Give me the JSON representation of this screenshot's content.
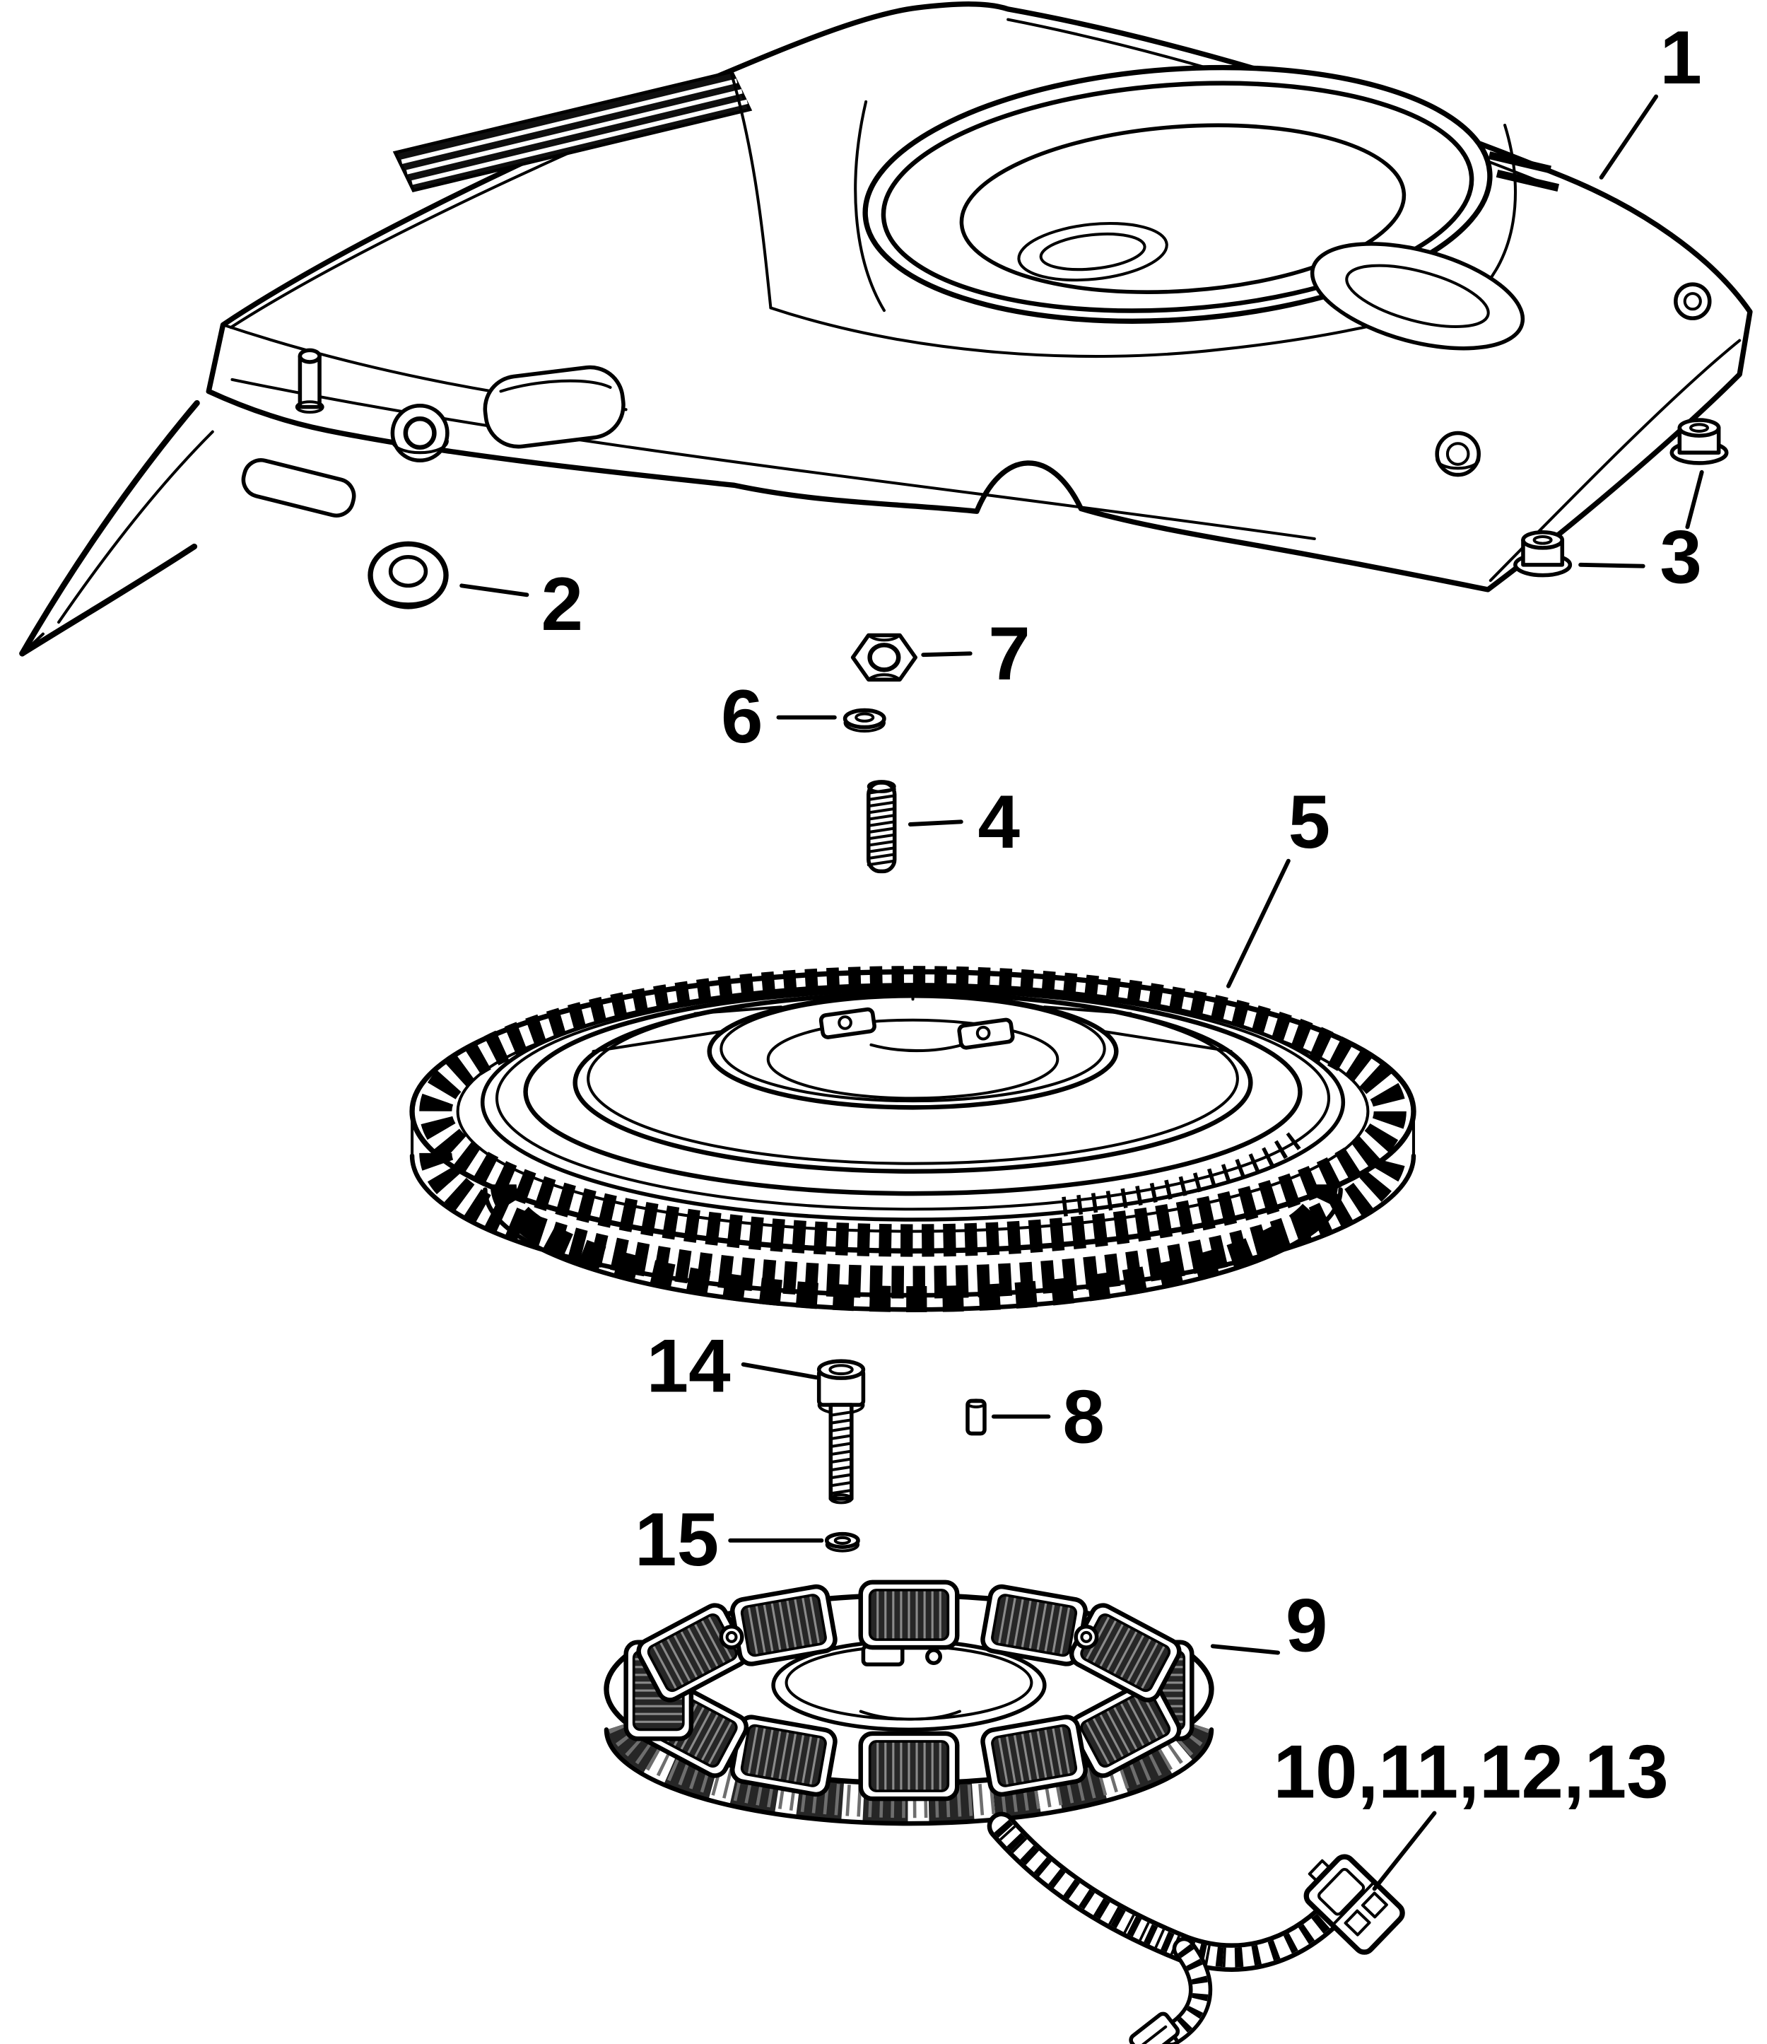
{
  "diagram": {
    "type": "exploded-parts-diagram",
    "background": "#ffffff",
    "line_color": "#000000",
    "callouts": [
      {
        "part": "1",
        "label": "1"
      },
      {
        "part": "2",
        "label": "2"
      },
      {
        "part": "3",
        "label": "3"
      },
      {
        "part": "4",
        "label": "4"
      },
      {
        "part": "5",
        "label": "5"
      },
      {
        "part": "6",
        "label": "6"
      },
      {
        "part": "7",
        "label": "7"
      },
      {
        "part": "8",
        "label": "8"
      },
      {
        "part": "9",
        "label": "9"
      },
      {
        "part": "14",
        "label": "14"
      },
      {
        "part": "15",
        "label": "15"
      },
      {
        "part": "10,11,12,13",
        "label": "10,11,12,13"
      }
    ]
  }
}
